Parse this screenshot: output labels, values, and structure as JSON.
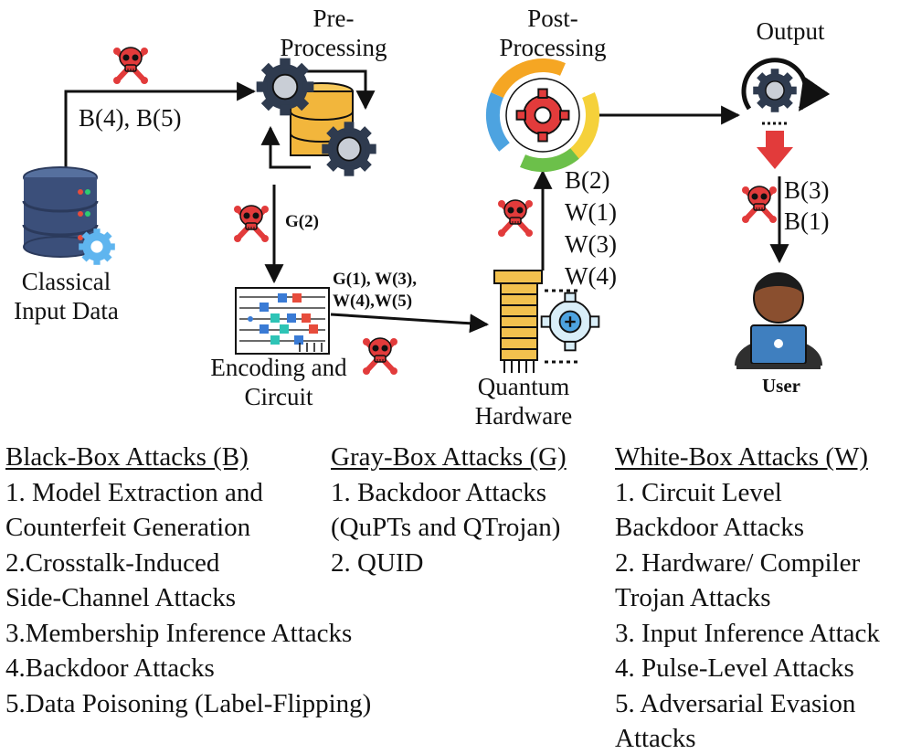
{
  "nodes": {
    "classical_input": "Classical\nInput Data",
    "pre_processing": "Pre-\nProcessing",
    "encoding_circuit": "Encoding and\nCircuit",
    "quantum_hardware": "Quantum\nHardware",
    "post_processing": "Post-\nProcessing",
    "output": "Output",
    "user": "User"
  },
  "edge_labels": {
    "input_to_pre": "B(4), B(5)",
    "pre_to_encoding": "G(2)",
    "encoding_to_hardware": "G(1), W(3),\nW(4),W(5)",
    "hardware_to_post": "B(2)\nW(1)\nW(3)\nW(4)",
    "output_to_user": "B(3)\nB(1)"
  },
  "legend": {
    "black_box": {
      "title": "Black-Box Attacks (B)",
      "items": [
        "1. Model Extraction and\nCounterfeit Generation",
        "2.Crosstalk-Induced\nSide-Channel Attacks",
        "3.Membership Inference Attacks",
        "4.Backdoor Attacks",
        "5.Data Poisoning (Label-Flipping)"
      ]
    },
    "gray_box": {
      "title": "Gray-Box Attacks (G)",
      "items": [
        "1. Backdoor Attacks\n(QuPTs and QTrojan)",
        "2. QUID"
      ]
    },
    "white_box": {
      "title": "White-Box Attacks (W)",
      "items": [
        "1. Circuit Level\nBackdoor Attacks",
        "2. Hardware/ Compiler\nTrojan Attacks",
        "3. Input Inference Attack",
        "4. Pulse-Level Attacks",
        "5. Adversarial Evasion\nAttacks"
      ]
    }
  },
  "colors": {
    "attack_red": "#e23b3b",
    "database_blue": "#3b4f7a",
    "gear_dark": "#2f3b4f",
    "db_gold": "#f2b63c",
    "cycle_blue": "#4da3e0",
    "cycle_green": "#6cc04a",
    "cycle_orange": "#f5a623",
    "hardware_gold": "#f2c14e",
    "laptop_blue": "#3f7fbf",
    "skin": "#8a4f2f"
  },
  "icons": [
    "skull-crossbones-icon",
    "database-gear-icon",
    "gears-database-icon",
    "circuit-board-icon",
    "quantum-chip-icon",
    "cycle-gear-icon",
    "output-gear-icon",
    "user-laptop-icon"
  ]
}
